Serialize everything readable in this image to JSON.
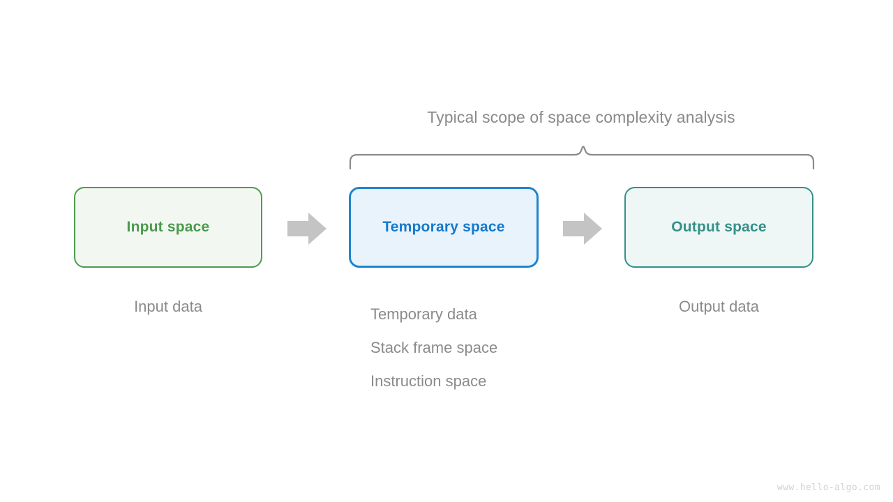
{
  "diagram": {
    "scope_caption": "Typical scope of space complexity analysis",
    "boxes": [
      {
        "id": "input",
        "label": "Input space",
        "caption": "Input data",
        "border_color": "#4f9a4f",
        "fill_color": "#f2f8f1",
        "text_color": "#4a9a4e"
      },
      {
        "id": "temporary",
        "label": "Temporary space",
        "caption": "Temporary data",
        "border_color": "#1f84cf",
        "fill_color": "#e8f3fc",
        "text_color": "#1479cd"
      },
      {
        "id": "output",
        "label": "Output space",
        "caption": "Output data",
        "border_color": "#339089",
        "fill_color": "#eef7f6",
        "text_color": "#359089"
      }
    ],
    "temporary_details": [
      "Temporary data",
      "Stack frame space",
      "Instruction space"
    ],
    "arrows": [
      {
        "id": "arrow-input-to-temporary",
        "color": "#c4c4c4"
      },
      {
        "id": "arrow-temporary-to-output",
        "color": "#c4c4c4"
      }
    ],
    "brace": {
      "color": "#8a8a8a"
    },
    "watermark": "www.hello-algo.com",
    "background_color": "#ffffff"
  }
}
